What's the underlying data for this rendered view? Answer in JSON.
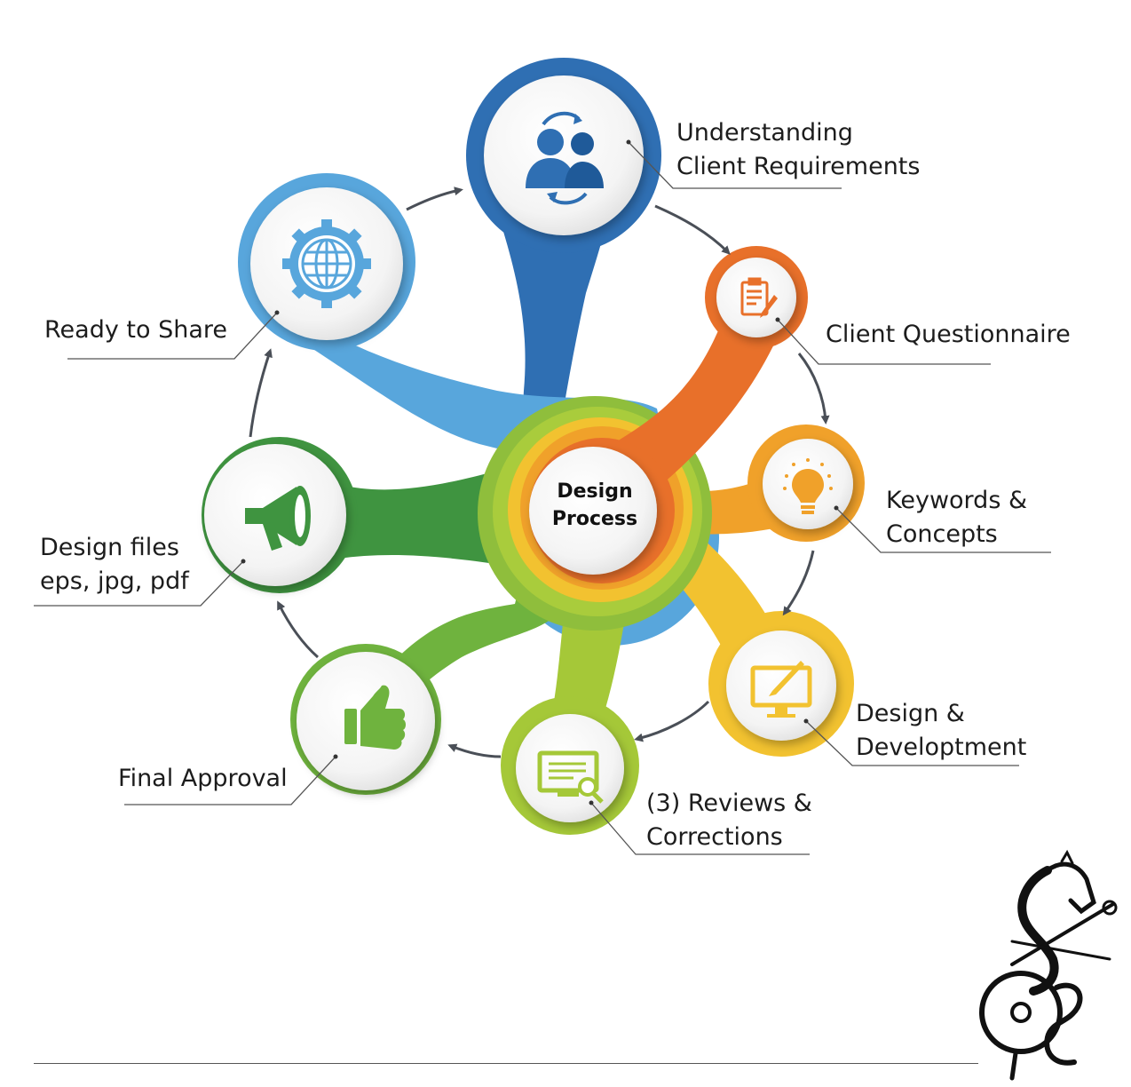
{
  "center": {
    "line1": "Design",
    "line2": "Process"
  },
  "steps": [
    {
      "line1": "Understanding",
      "line2": "Client Requirements",
      "icon": "users-sync-icon",
      "color": "#2f6fb3"
    },
    {
      "line1": "Client Questionnaire",
      "line2": "",
      "icon": "clipboard-pencil-icon",
      "color": "#e8702a"
    },
    {
      "line1": "Keywords &",
      "line2": "Concepts",
      "icon": "lightbulb-icon",
      "color": "#f0a12a"
    },
    {
      "line1": "Design &",
      "line2": "Developtment",
      "icon": "monitor-brush-icon",
      "color": "#f2c230"
    },
    {
      "line1": "(3) Reviews &",
      "line2": "Corrections",
      "icon": "document-search-icon",
      "color": "#a5c838"
    },
    {
      "line1": "Final Approval",
      "line2": "",
      "icon": "thumbs-up-icon",
      "color": "#6fb33e"
    },
    {
      "line1": "Design files",
      "line2": "eps, jpg, pdf",
      "icon": "megaphone-icon",
      "color": "#3f9440"
    },
    {
      "line1": "Ready to Share",
      "line2": "",
      "icon": "globe-gear-icon",
      "color": "#58a6dc"
    }
  ],
  "colors": {
    "blue_dark": "#2f6fb3",
    "blue_light": "#58a6dc",
    "orange": "#e8702a",
    "orange_light": "#f0a12a",
    "yellow": "#f2c230",
    "lime": "#a5c838",
    "green": "#6fb33e",
    "green_dark": "#3f9440",
    "arrow": "#4a4f57"
  }
}
